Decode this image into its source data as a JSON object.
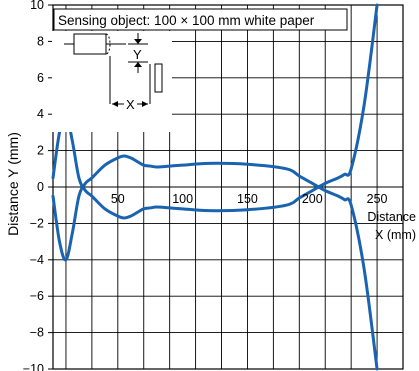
{
  "chart_data": {
    "type": "line",
    "ylabel": "Distance Y (mm)",
    "xlabel_line1": "Distance",
    "xlabel_line2": "X (mm)",
    "annotation": "Sensing object: 100 × 100 mm white paper",
    "diagram": {
      "x_label": "X",
      "y_label": "Y"
    },
    "xlim": [
      0,
      270
    ],
    "ylim": [
      -10,
      10
    ],
    "x_ticks": [
      50,
      100,
      150,
      200,
      250
    ],
    "x_tick_labels": [
      "50",
      "100",
      "150",
      "200",
      "250"
    ],
    "y_ticks": [
      10,
      8,
      6,
      4,
      2,
      0,
      -2,
      -4,
      -6,
      -8,
      -10
    ],
    "y_tick_labels": [
      "10",
      "8",
      "6",
      "4",
      "2",
      "0",
      "−2",
      "−4",
      "−6",
      "−8",
      "−10"
    ],
    "grid": true,
    "series_color": "#1a63b0",
    "series": [
      {
        "x": [
          0,
          5,
          10,
          15,
          20,
          25,
          30,
          40,
          50,
          55,
          60,
          65,
          70,
          75,
          80,
          90,
          100,
          120,
          150,
          180,
          190,
          200,
          210,
          220,
          225,
          230,
          240,
          250
        ],
        "y": [
          0.5,
          3.0,
          4.0,
          2.5,
          0.5,
          -0.2,
          -0.5,
          -1.2,
          -1.6,
          -1.7,
          -1.6,
          -1.4,
          -1.2,
          -1.15,
          -1.1,
          -1.15,
          -1.2,
          -1.3,
          -1.25,
          -1.0,
          -0.6,
          -0.2,
          0.2,
          0.5,
          0.7,
          1.0,
          4.5,
          10.0
        ]
      },
      {
        "x": [
          0,
          5,
          10,
          15,
          20,
          25,
          30,
          40,
          50,
          55,
          60,
          65,
          70,
          75,
          80,
          90,
          100,
          120,
          150,
          180,
          190,
          200,
          210,
          220,
          225,
          230,
          240,
          250
        ],
        "y": [
          -0.5,
          -3.0,
          -4.0,
          -2.5,
          -0.5,
          0.2,
          0.5,
          1.2,
          1.6,
          1.7,
          1.6,
          1.4,
          1.2,
          1.15,
          1.1,
          1.15,
          1.2,
          1.3,
          1.25,
          1.0,
          0.6,
          0.2,
          -0.2,
          -0.5,
          -0.7,
          -1.0,
          -4.5,
          -10.0
        ]
      }
    ]
  }
}
